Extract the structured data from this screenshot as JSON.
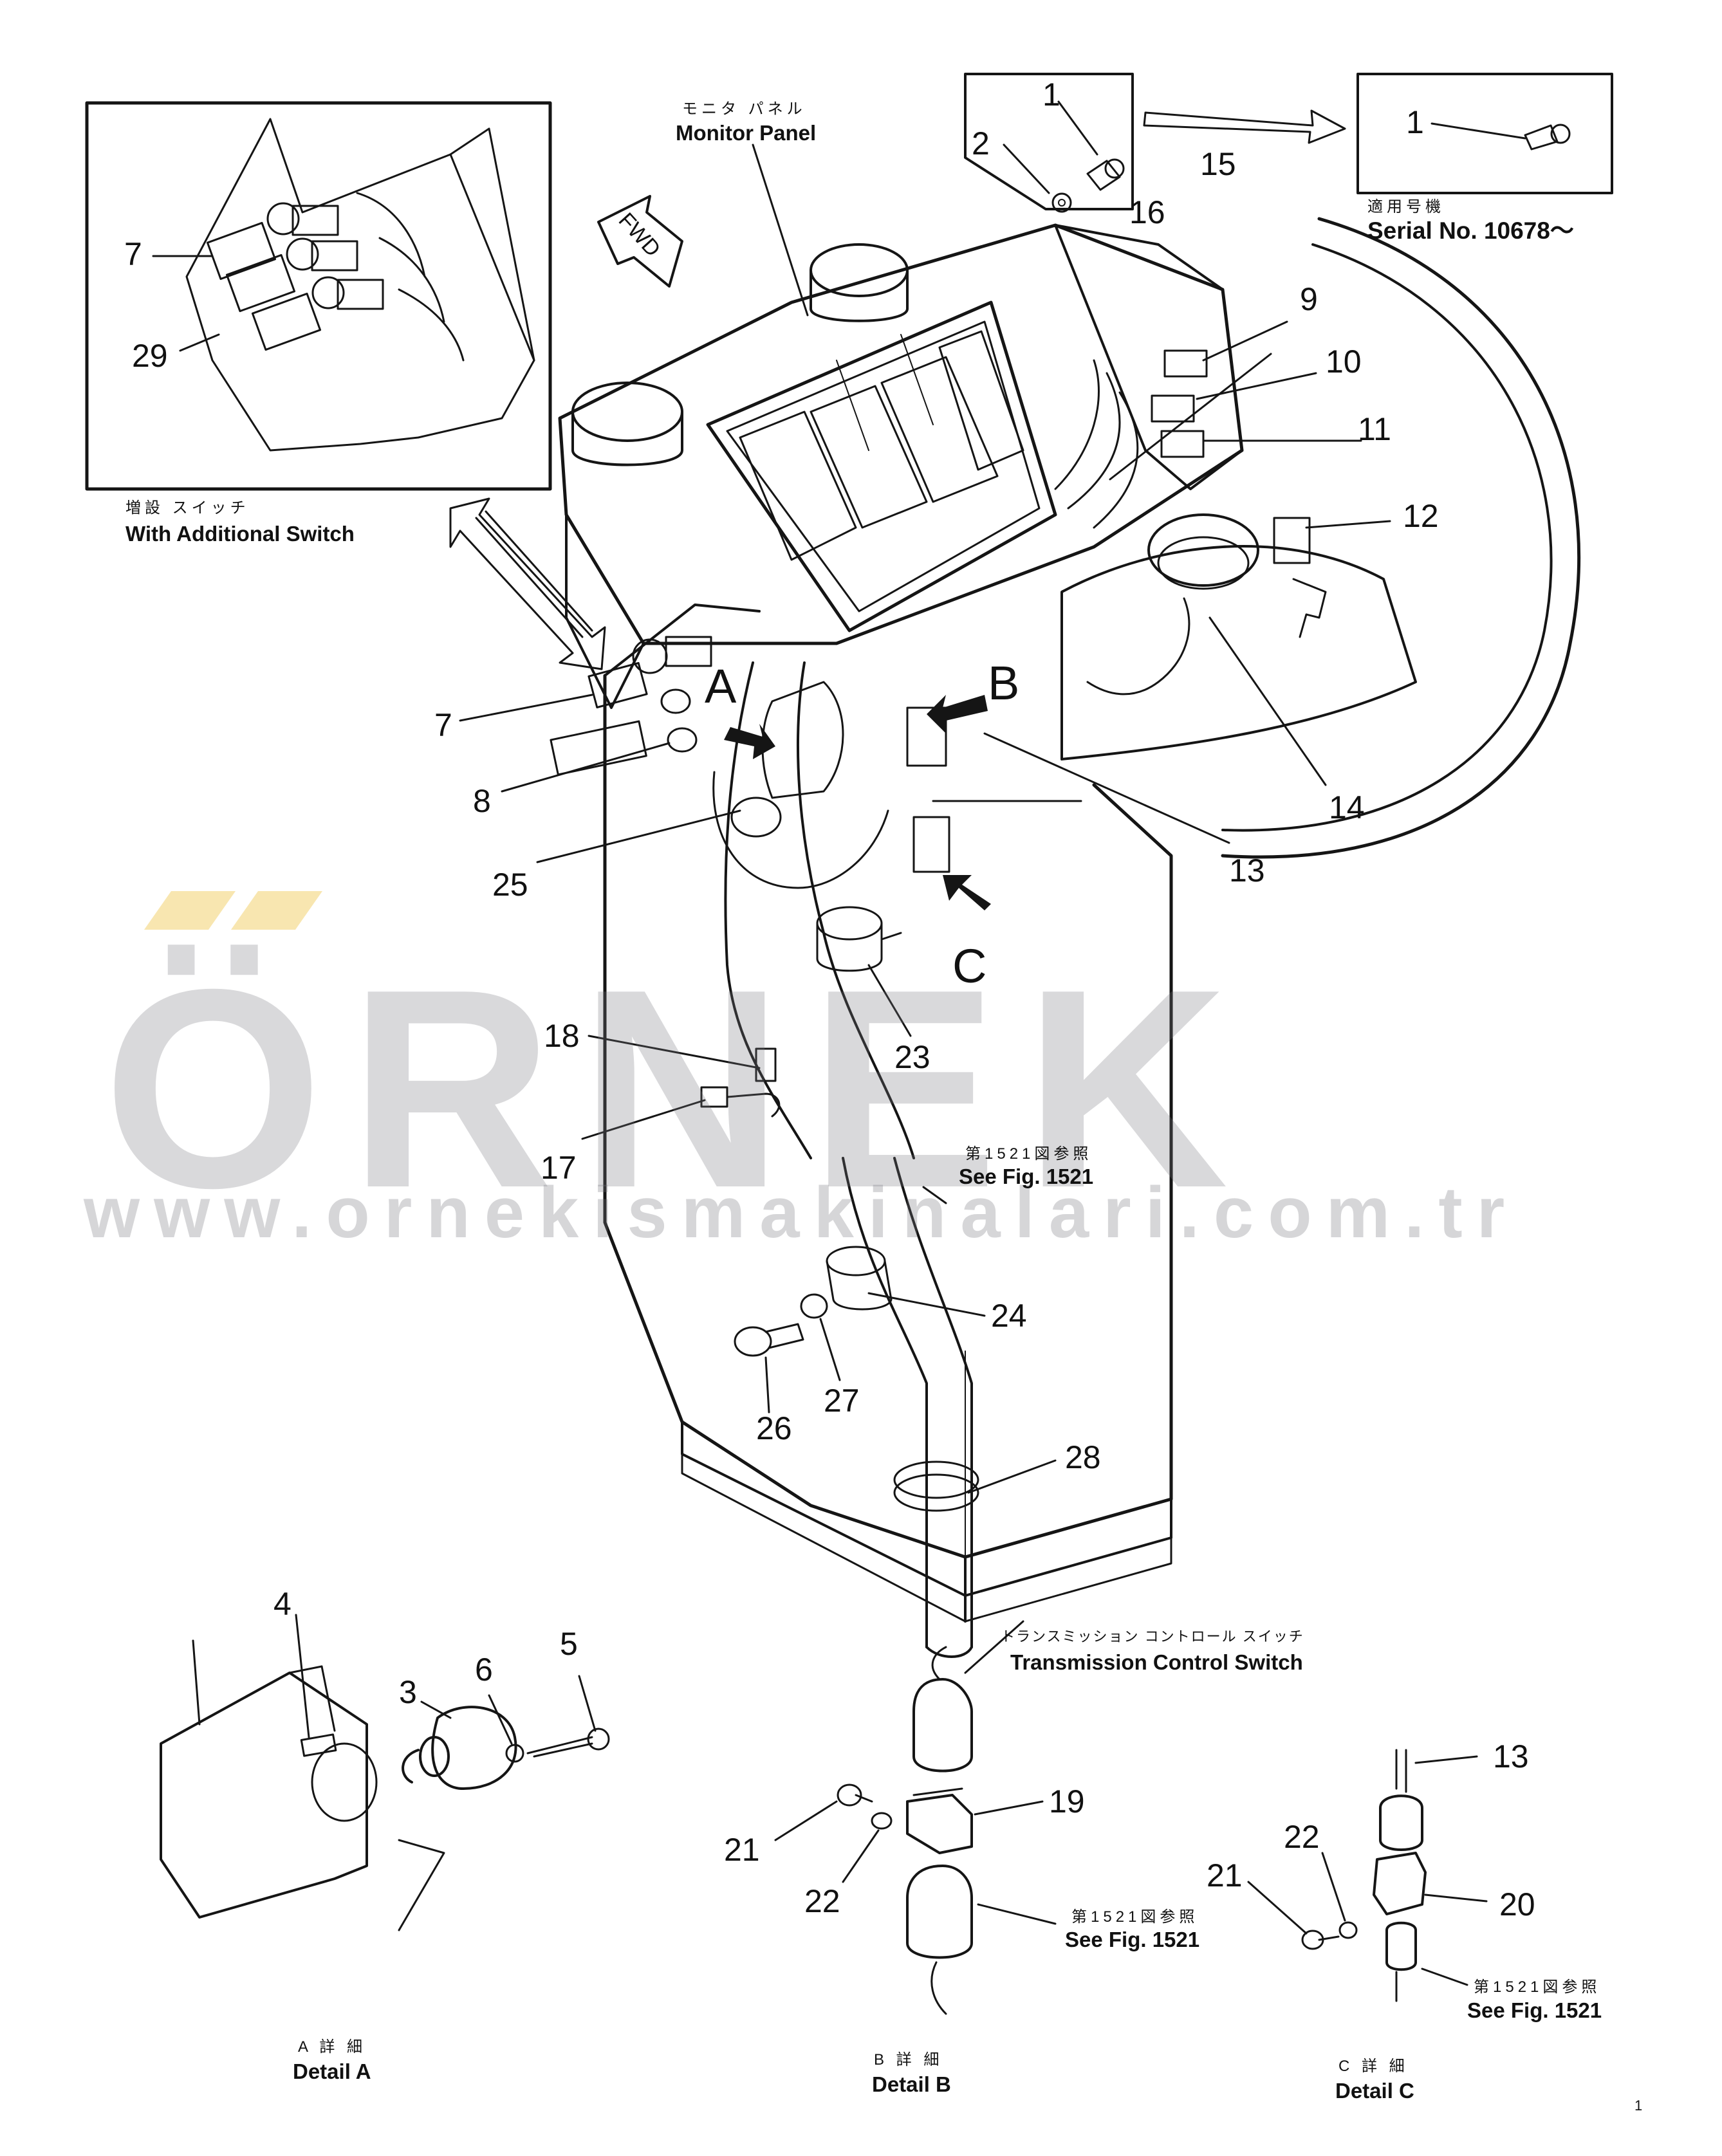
{
  "callouts": {
    "c1a": "1",
    "c2": "2",
    "c1b": "1",
    "c15": "15",
    "c16": "16",
    "c7a": "7",
    "c29": "29",
    "c9": "9",
    "c10": "10",
    "c11": "11",
    "c12": "12",
    "c7b": "7",
    "c8": "8",
    "c25": "25",
    "c13a": "13",
    "c14": "14",
    "c18": "18",
    "c17": "17",
    "c23": "23",
    "c24": "24",
    "c26": "26",
    "c27": "27",
    "c28": "28",
    "c4": "4",
    "c3": "3",
    "c6": "6",
    "c5": "5",
    "c21a": "21",
    "c22a": "22",
    "c19": "19",
    "c21b": "21",
    "c22b": "22",
    "c13b": "13",
    "c20": "20"
  },
  "view_letters": {
    "a": "A",
    "b": "B",
    "c": "C"
  },
  "labels": {
    "monitor_panel_jp": "モニタ パネル",
    "monitor_panel": "Monitor Panel",
    "additional_switch_jp": "増設 スイッチ",
    "additional_switch": "With Additional Switch",
    "serial_jp": "適用号機",
    "serial": "Serial No. 10678～",
    "fwd": "FWD",
    "see_fig_jp": "第1521図参照",
    "see_fig": "See Fig. 1521",
    "transmission_jp": "トランスミッション コントロール スイッチ",
    "transmission": "Transmission Control Switch",
    "detail_a_jp": "A 詳 細",
    "detail_a": "Detail A",
    "detail_b_jp": "B 詳 細",
    "detail_b": "Detail B",
    "detail_c_jp": "C 詳 細",
    "detail_c": "Detail C",
    "page_mark": "1"
  },
  "watermark": {
    "brand": "ÖRNEK",
    "url": "www.ornekismakinalari.com.tr",
    "text_color": "#7c7c82",
    "accent_color": "#f0c850"
  }
}
